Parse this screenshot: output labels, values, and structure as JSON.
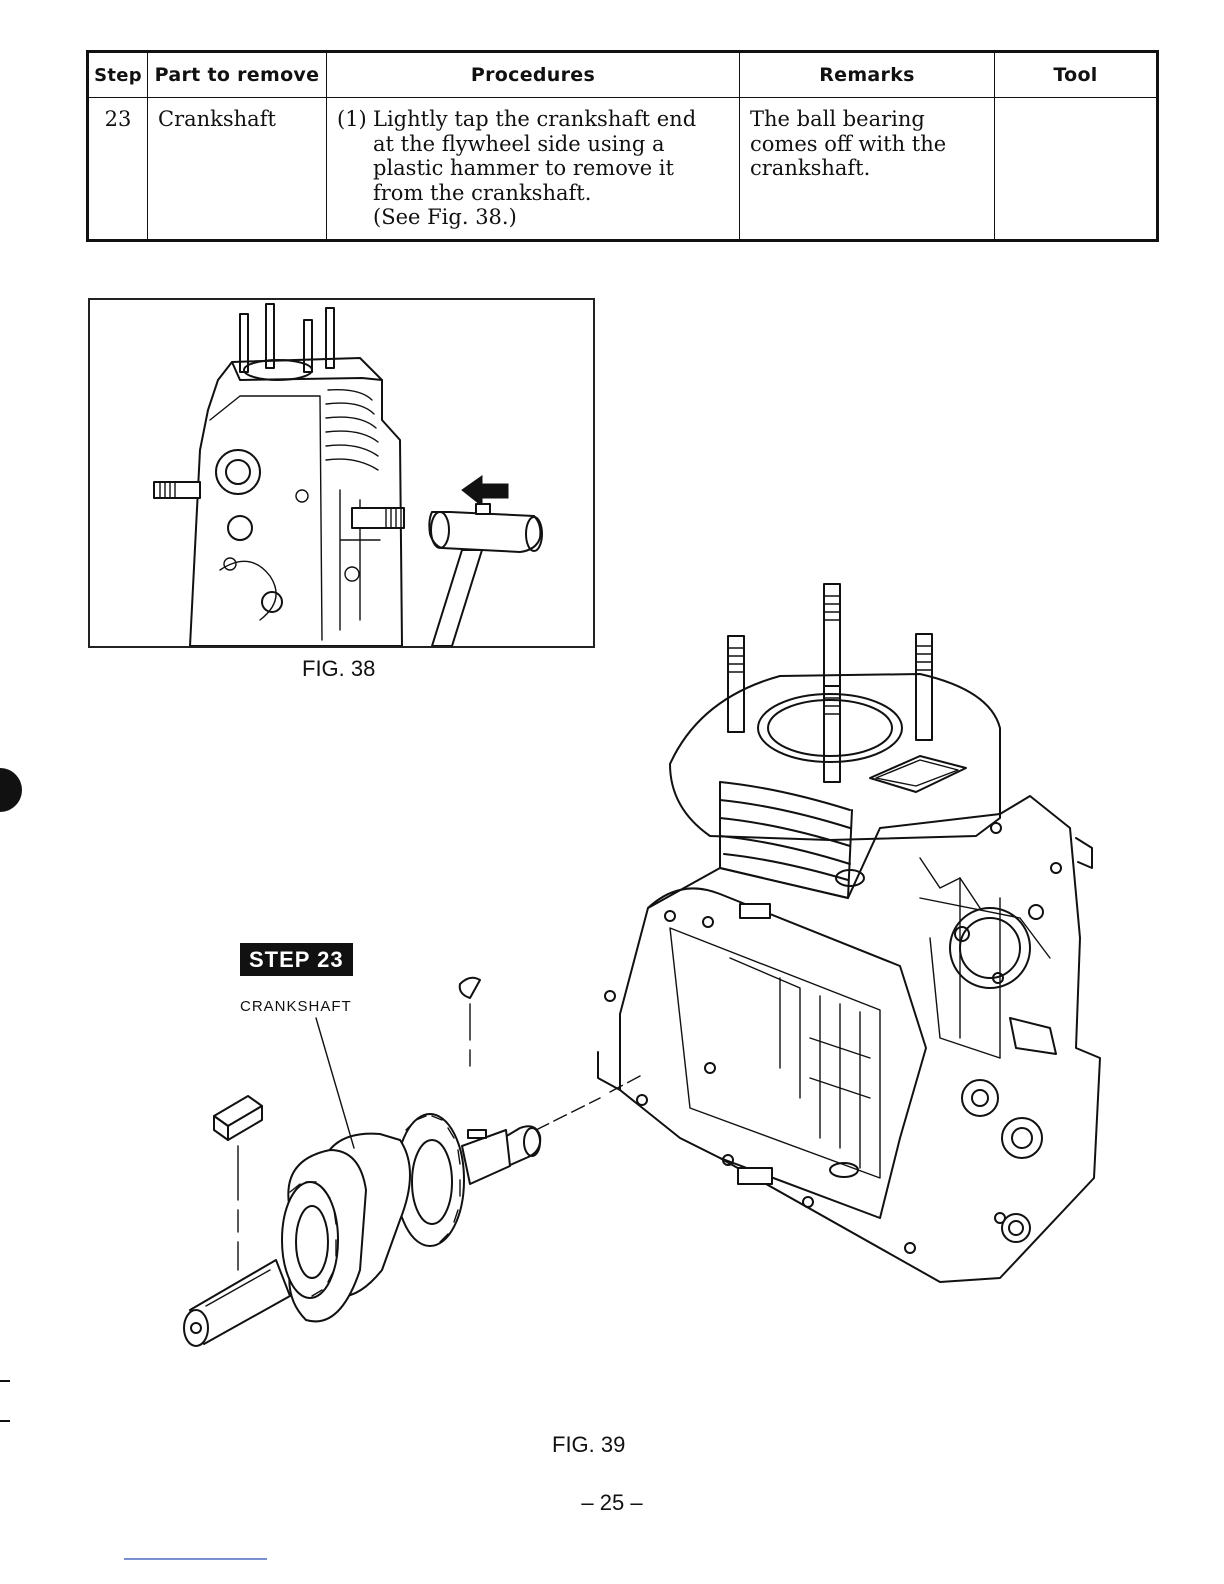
{
  "table": {
    "headers": {
      "step": "Step",
      "part": "Part to remove",
      "procedures": "Procedures",
      "remarks": "Remarks",
      "tool": "Tool"
    },
    "rows": [
      {
        "step": "23",
        "part": "Crankshaft",
        "procedure_number": "(1)",
        "procedure_lines": [
          "Lightly tap the crankshaft end",
          "at the flywheel side using a",
          "plastic hammer to remove it",
          "from the crankshaft.",
          "(See Fig. 38.)"
        ],
        "remarks_lines": [
          "The ball bearing",
          "comes off with the",
          "crankshaft."
        ],
        "tool": ""
      }
    ]
  },
  "figures": {
    "fig38_caption": "FIG. 38",
    "fig39_caption": "FIG. 39",
    "step_badge": "STEP 23",
    "crankshaft_label": "CRANKSHAFT"
  },
  "page": {
    "number": "– 25 –"
  }
}
